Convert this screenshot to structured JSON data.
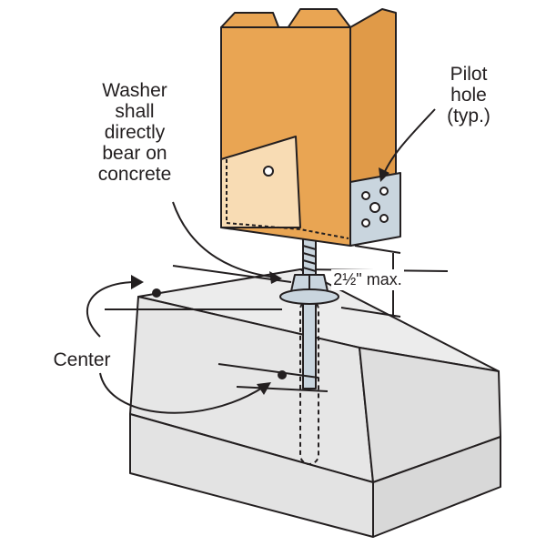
{
  "labels": {
    "washer": [
      "Washer",
      "shall",
      "directly",
      "bear on",
      "concrete"
    ],
    "pilot_hole": [
      "Pilot",
      "hole",
      "(typ.)"
    ],
    "max_height": "2½\" max.",
    "center": "Center"
  },
  "colors": {
    "wood_front": "#e9a553",
    "wood_side": "#e09a48",
    "wood_light": "#f8dcb4",
    "bracket": "#c9d5de",
    "concrete": "#ececec",
    "line": "#231f20"
  }
}
